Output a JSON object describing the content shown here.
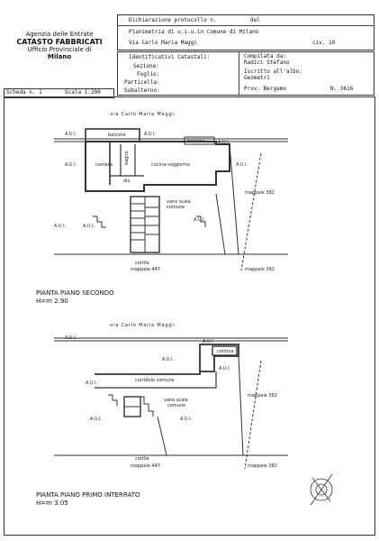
{
  "header": {
    "agency_line1": "Agenzia delle Entrate",
    "agency_line2": "CATASTO FABBRICATI",
    "agency_line3": "Ufficio Provinciale di",
    "agency_line4": "Milano",
    "dichiarazione_label": "Dichiarazione protocollo n.",
    "del_label": "del",
    "planimetria": "Planimetria di u.i.u.in Comune di Milano",
    "address": "Via Carlo Maria Maggi",
    "civ": "civ. 10",
    "identificativi": "Identificativi Catastali:",
    "sezione": "Sezione:",
    "foglio": "Foglio:",
    "particella": "Particella:",
    "subalterno": "Subalterno:",
    "compilata_da": "Compilata da:",
    "compilatore": "Radici Stefano",
    "iscritto": "Iscritto all'albo:",
    "albo": "Geometri",
    "prov": "Prov. Bergamo",
    "numero": "N. 3616",
    "scheda": "Scheda n. 1",
    "scala": "Scala 1:200"
  },
  "plan_top": {
    "street": "-via Carlo Maria Maggi-",
    "aui": "A.U.I.",
    "balcone": "balcone",
    "camera": "camera",
    "bagno": "bagno",
    "cucina": "cucina-soggiorno",
    "dis": "dis.",
    "vano_scala_1": "vano scala",
    "vano_scala_2": "comune",
    "mappale_382": "mappale 382",
    "cortile": "cortile",
    "mappale_447": "mappale 447",
    "title": "PIANTA PIANO SECONDO",
    "height": "H=m 2.90"
  },
  "plan_bottom": {
    "street": "-via Carlo Maria Maggi-",
    "aui": "A.U.I.",
    "cantina": "cantina",
    "corridoio": "corridoio comune",
    "vano_scala_1": "vano scala",
    "vano_scala_2": "comune",
    "mappale_382": "mappale 382",
    "cortile": "cortile",
    "mappale_447": "mappale 447",
    "title": "PIANTA PIANO PRIMO INTERRATO",
    "height": "H=m 3.05"
  }
}
